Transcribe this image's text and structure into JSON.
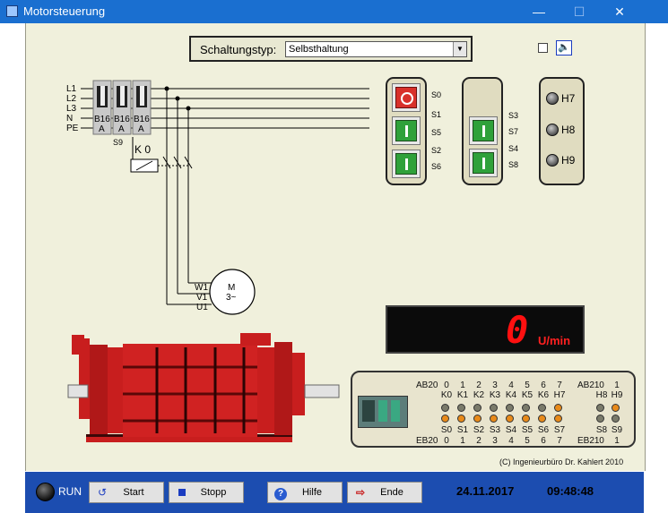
{
  "window": {
    "title": "Motorsteuerung",
    "minimize": "—",
    "maximize": "☐",
    "close": "✕"
  },
  "header": {
    "circuit_label": "Schaltungstyp:",
    "circuit_value": "Selbsthaltung"
  },
  "wiring": {
    "phases": [
      "L1",
      "L2",
      "L3",
      "N",
      "PE"
    ],
    "breakers": [
      "B16\nA",
      "B16\nA",
      "B16\nA"
    ],
    "breaker_top": "B16",
    "breaker_bottom": "A",
    "contactor": "K 0",
    "switch_s9": "S9",
    "motor_terminals": [
      "W1",
      "V1",
      "U1"
    ],
    "motor_label_1": "M",
    "motor_label_2": "3~"
  },
  "panel1": {
    "labels": [
      "S0",
      "S1",
      "S5",
      "S2",
      "S6"
    ]
  },
  "panel2": {
    "labels": [
      "S3",
      "S7",
      "S4",
      "S8"
    ]
  },
  "lamps": [
    "H7",
    "H8",
    "H9"
  ],
  "display": {
    "digit": "0",
    "unit": "U/min"
  },
  "plc": {
    "ab20": "AB20",
    "ab21": "AB21",
    "eb20": "EB20",
    "eb21": "EB21",
    "top_nums": [
      "0",
      "1",
      "2",
      "3",
      "4",
      "5",
      "6",
      "7"
    ],
    "top_nums_r": [
      "0",
      "1"
    ],
    "outputs": [
      "K0",
      "K1",
      "K2",
      "K3",
      "K4",
      "K5",
      "K6",
      "H7"
    ],
    "outputs_r": [
      "H8",
      "H9"
    ],
    "inputs": [
      "S0",
      "S1",
      "S2",
      "S3",
      "S4",
      "S5",
      "S6",
      "S7"
    ],
    "inputs_r": [
      "S8",
      "S9"
    ],
    "bottom_nums": [
      "0",
      "1",
      "2",
      "3",
      "4",
      "5",
      "6",
      "7"
    ],
    "bottom_nums_r": [
      "0",
      "1"
    ],
    "out_leds": [
      "off",
      "off",
      "off",
      "off",
      "off",
      "off",
      "off",
      "on"
    ],
    "out_leds_r": [
      "off",
      "on"
    ],
    "in_leds": [
      "on",
      "on",
      "on",
      "on",
      "on",
      "on",
      "on",
      "on"
    ],
    "in_leds_r": [
      "off",
      "off"
    ]
  },
  "copyright": "(C) Ingenieurbüro Dr. Kahlert 2010",
  "toolbar": {
    "run": "RUN",
    "start": "Start",
    "stop": "Stopp",
    "help": "Hilfe",
    "end": "Ende",
    "date": "24.11.2017",
    "time": "09:48:48"
  },
  "colors": {
    "titlebar": "#1a6fd0",
    "bottombar": "#1c4db0",
    "motor": "#c81e1e",
    "led_on": "#e88a1a",
    "led_off": "#7a7a6a"
  }
}
